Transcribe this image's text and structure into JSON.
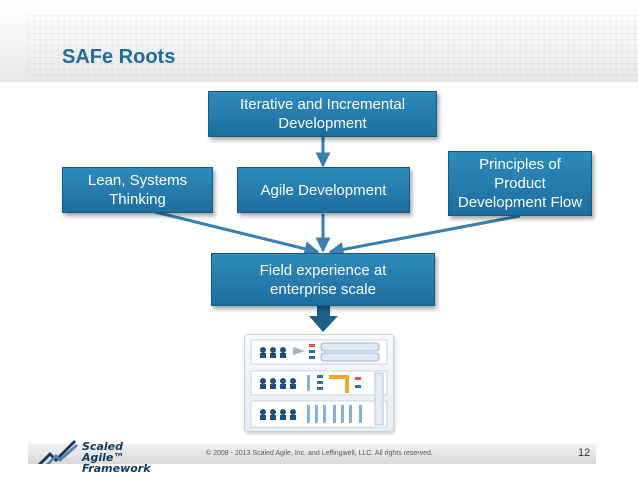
{
  "slide": {
    "title": "SAFe Roots",
    "page_number": "12",
    "copyright": "© 2008 - 2013 Scaled Agile, Inc. and Leffingwell, LLC. All rights reserved.",
    "logo": {
      "line1": "Scaled Agile™",
      "line2": "Framework"
    }
  },
  "diagram": {
    "boxes": {
      "iterative": "Iterative and Incremental\nDevelopment",
      "lean": "Lean, Systems\nThinking",
      "agile": "Agile Development",
      "principles": "Principles of\nProduct\nDevelopment Flow",
      "field": "Field experience at\nenterprise scale"
    },
    "colors": {
      "box_fill": "#1d6f9f",
      "arrow": "#3a7fb0",
      "title": "#1f6e96"
    }
  }
}
